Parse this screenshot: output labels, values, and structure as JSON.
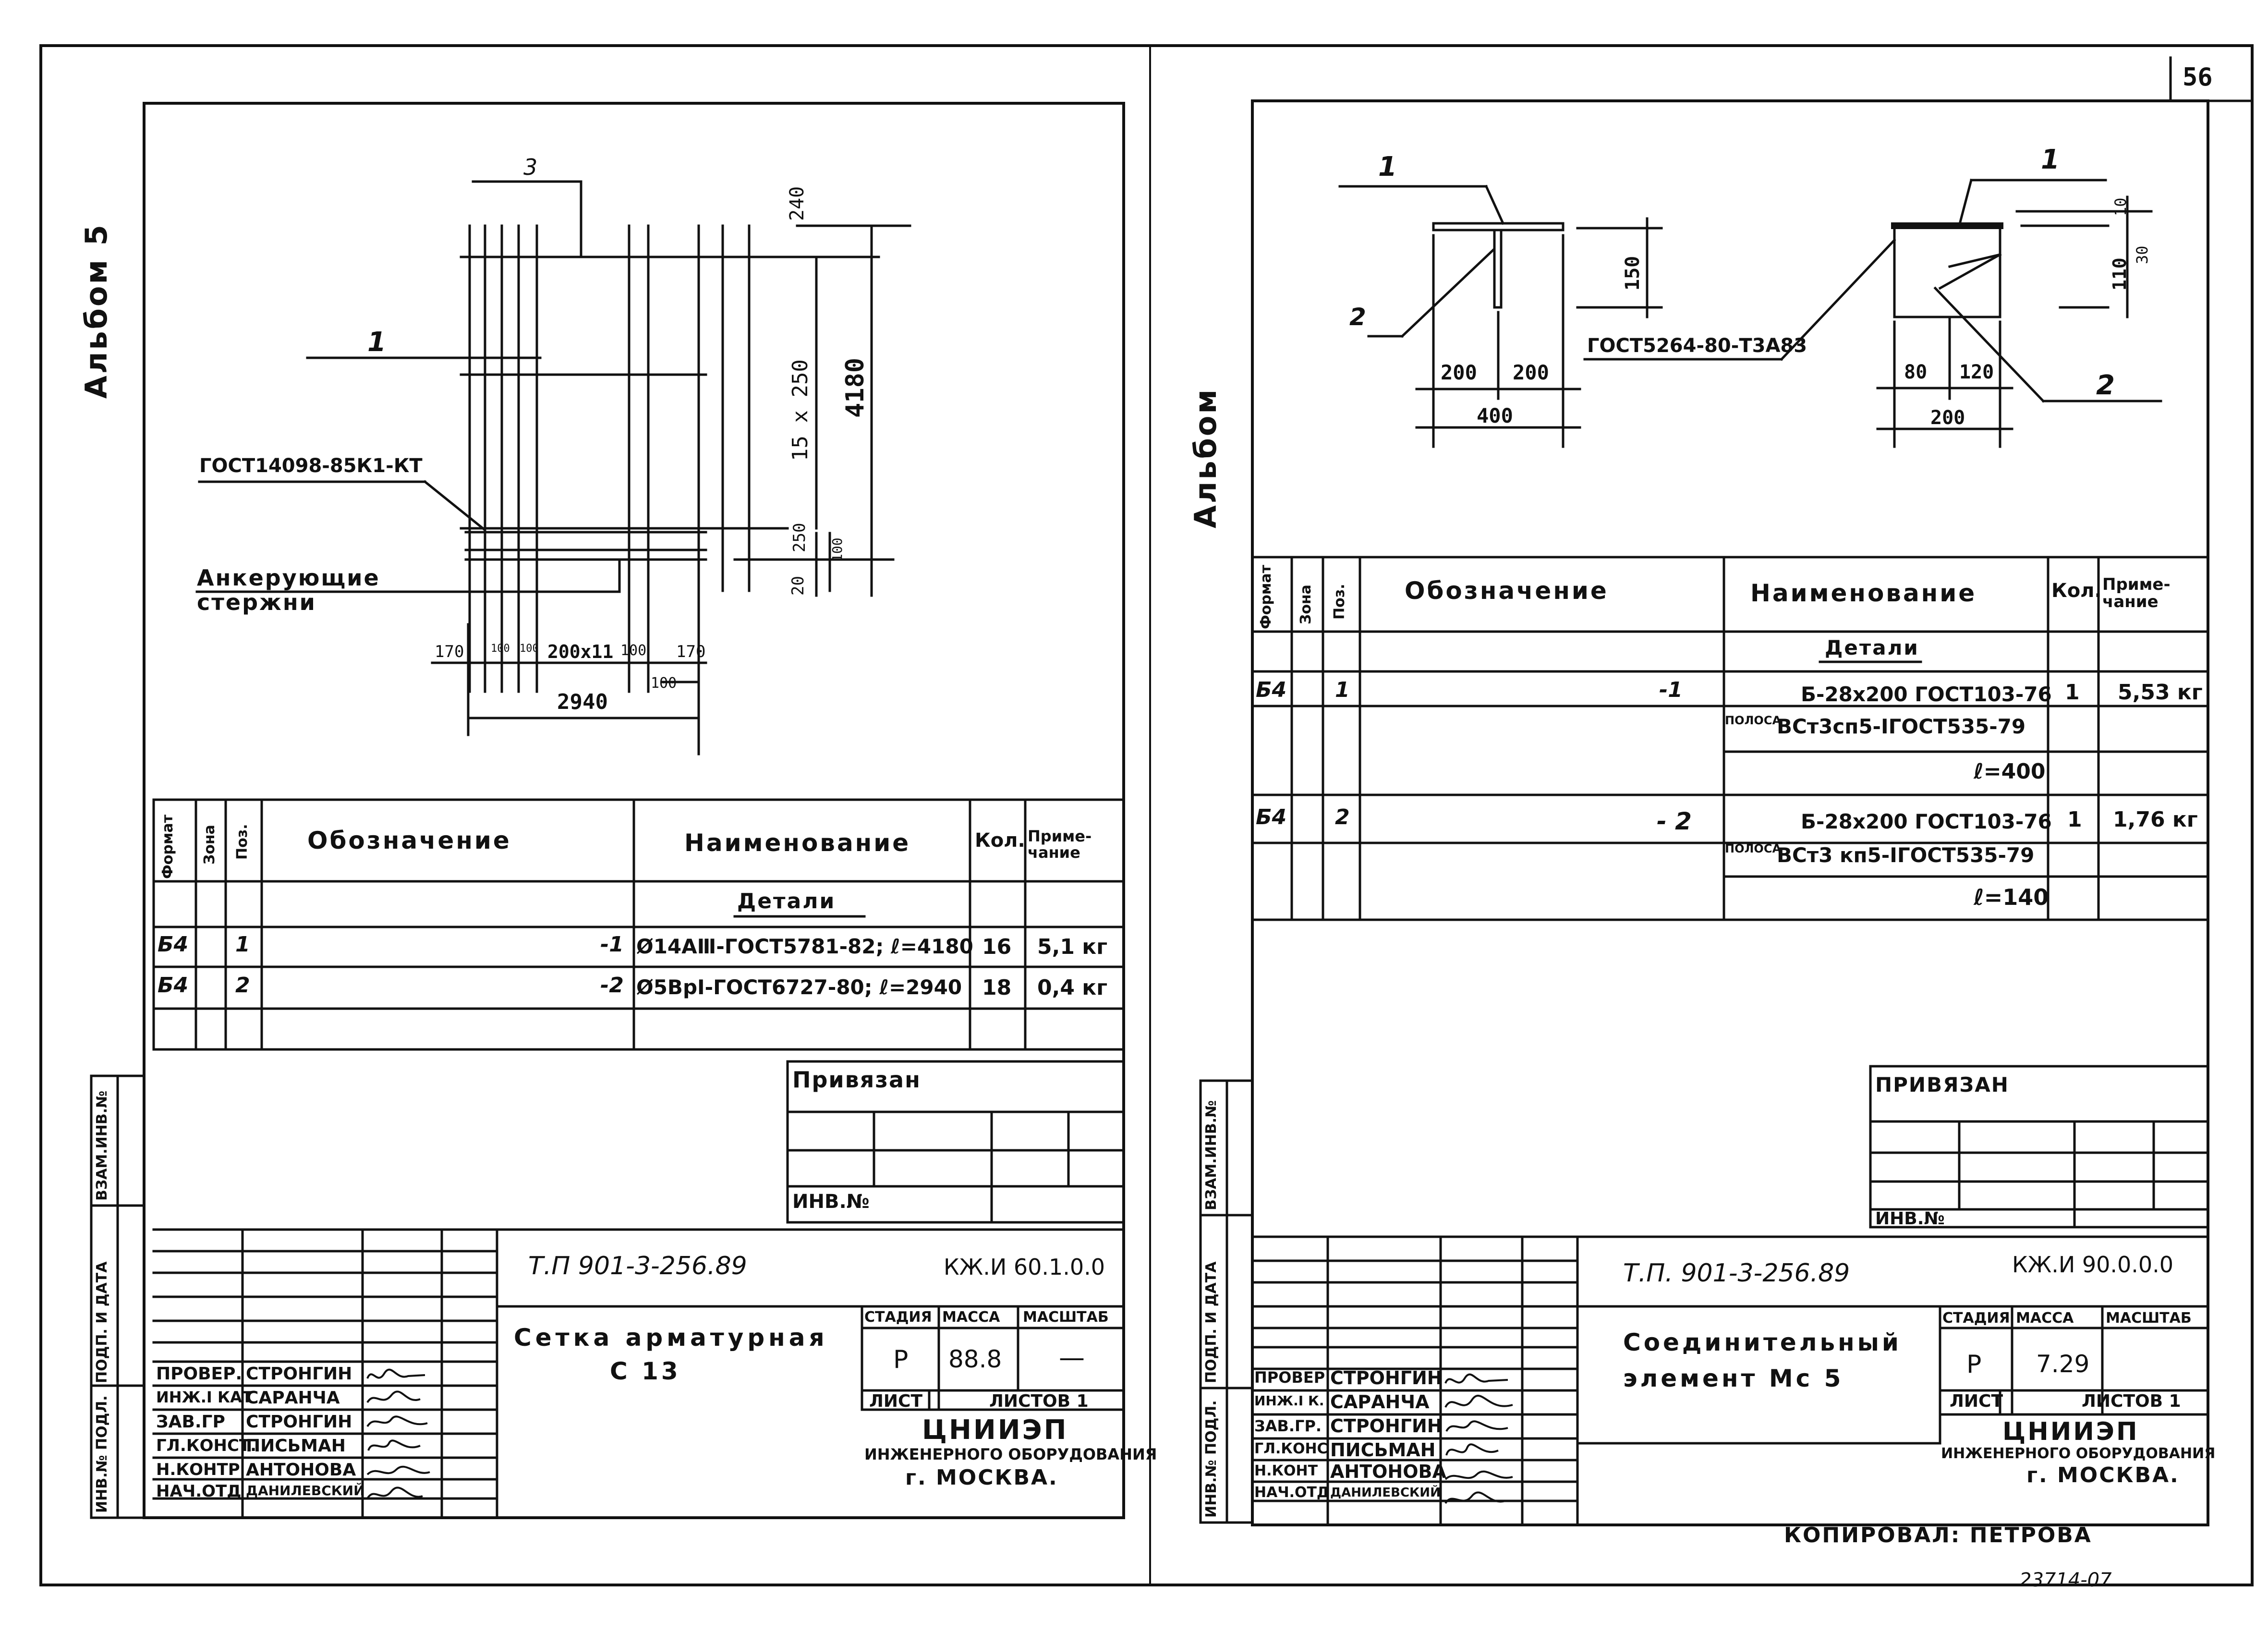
{
  "page_number": "56",
  "copied_by": "КОПИРОВАЛ: ПЕТРОВА",
  "bottom_stamp": "23714-07",
  "left": {
    "album": "Альбом 5",
    "drawing": {
      "pos3": "3",
      "pos1": "1",
      "dim_240": "240",
      "dim_15x250": "15 x 250",
      "dim_4180": "4180",
      "dim_250": "250",
      "dim_100v": "100",
      "dim_20": "20",
      "gost_label": "ГОСТ14098-85К1-КТ",
      "anchor_label": "Анкерующие стержни",
      "dims_bottom": [
        "170",
        "100",
        "100",
        "200x11",
        "100",
        "170"
      ],
      "dim_100b": "100",
      "dim_2940": "2940"
    },
    "spec": {
      "headers": {
        "format": "Формат",
        "zone": "Зона",
        "pos": "Поз.",
        "designation": "Обозначение",
        "name": "Наименование",
        "qty": "Кол.",
        "note": "Приме-чание"
      },
      "section": "Детали",
      "rows": [
        {
          "format": "Б4",
          "pos": "1",
          "designation": "-1",
          "name": "Ø14АⅢ-ГОСТ5781-82; ℓ=4180",
          "qty": "16",
          "note": "5,1 кг"
        },
        {
          "format": "Б4",
          "pos": "2",
          "designation": "-2",
          "name": "Ø5ВрI-ГОСТ6727-80; ℓ=2940",
          "qty": "18",
          "note": "0,4 кг"
        }
      ]
    },
    "privyazan": "Привязан",
    "inv_no": "ИНВ.№",
    "side": {
      "vzam": "ВЗАМ.ИНВ.№",
      "podp": "ПОДП. И ДАТА",
      "inv": "ИНВ.№ ПОДЛ."
    },
    "title_block": {
      "code": "Т.П 901-3-256.89",
      "doc_code": "КЖ.И 60.1.0.0",
      "title_line1": "Сетка арматурная",
      "title_line2": "С 13",
      "stage_hdr": "СТАДИЯ",
      "mass_hdr": "МАССА",
      "scale_hdr": "МАСШТАБ",
      "stage": "Р",
      "mass": "88.8",
      "scale": "—",
      "sheet_hdr": "ЛИСТ",
      "sheets_hdr": "ЛИСТОВ 1",
      "org1": "ЦНИИЭП",
      "org2": "ИНЖЕНЕРНОГО ОБОРУДОВАНИЯ",
      "org3": "г. МОСКВА.",
      "people": [
        {
          "role": "ПРОВЕР.",
          "name": "СТРОНГИН"
        },
        {
          "role": "ИНЖ.I КАТ",
          "name": "САРАНЧА"
        },
        {
          "role": "ЗАВ.ГР",
          "name": "СТРОНГИН"
        },
        {
          "role": "ГЛ.КОНСТ.",
          "name": "ПИСЬМАН"
        },
        {
          "role": "Н.КОНТР",
          "name": "АНТОНОВА"
        },
        {
          "role": "НАЧ.ОТД",
          "name": "ДАНИЛЕВСКИЙ"
        }
      ]
    }
  },
  "right": {
    "album": "Альбом",
    "drawing": {
      "pos1a": "1",
      "pos2a": "2",
      "dim_150": "150",
      "dim_200a": "200",
      "dim_200b": "200",
      "dim_400": "400",
      "gost_label": "ГОСТ5264-80-Т3А83",
      "pos1b": "1",
      "pos2b": "2",
      "dim_10": "10",
      "dim_30": "30",
      "dim_110": "110",
      "dim_80": "80",
      "dim_120": "120",
      "dim_200c": "200"
    },
    "spec": {
      "headers": {
        "format": "Формат",
        "zone": "Зона",
        "pos": "Поз.",
        "designation": "Обозначение",
        "name": "Наименование",
        "qty": "Кол.",
        "note": "Приме-чание"
      },
      "section": "Детали",
      "rows": [
        {
          "format": "Б4",
          "pos": "1",
          "designation": "-1",
          "name_top": "Б-28x200 ГОСТ103-76",
          "name_prefix": "ПОЛОСА",
          "name_bottom": "ВСт3сп5-IГОСТ535-79",
          "length": "ℓ=400",
          "qty": "1",
          "note": "5,53 кг"
        },
        {
          "format": "Б4",
          "pos": "2",
          "designation": "- 2",
          "name_top": "Б-28x200 ГОСТ103-76",
          "name_prefix": "ПОЛОСА",
          "name_bottom": "ВСт3 кп5-IГОСТ535-79",
          "length": "ℓ=140",
          "qty": "1",
          "note": "1,76 кг"
        }
      ]
    },
    "privyazan": "ПРИВЯЗАН",
    "inv_no": "ИНВ.№",
    "side": {
      "vzam": "ВЗАМ.ИНВ.№",
      "podp": "ПОДП. И ДАТА",
      "inv": "ИНВ.№ ПОДЛ."
    },
    "title_block": {
      "code": "Т.П. 901-3-256.89",
      "doc_code": "КЖ.И 90.0.0.0",
      "title_line1": "Соединительный",
      "title_line2": "элемент Мс 5",
      "stage_hdr": "СТАДИЯ",
      "mass_hdr": "МАССА",
      "scale_hdr": "МАСШТАБ",
      "stage": "Р",
      "mass": "7.29",
      "scale": "",
      "sheet_hdr": "ЛИСТ",
      "sheets_hdr": "ЛИСТОВ 1",
      "org1": "ЦНИИЭП",
      "org2": "ИНЖЕНЕРНОГО ОБОРУДОВАНИЯ",
      "org3": "г. МОСКВА.",
      "people": [
        {
          "role": "ПРОВЕР",
          "name": "СТРОНГИН"
        },
        {
          "role": "ИНЖ.I К.",
          "name": "САРАНЧА"
        },
        {
          "role": "ЗАВ.ГР.",
          "name": "СТРОНГИН"
        },
        {
          "role": "ГЛ.КОНС",
          "name": "ПИСЬМАН"
        },
        {
          "role": "Н.КОНТ",
          "name": "АНТОНОВА"
        },
        {
          "role": "НАЧ.ОТД",
          "name": "ДАНИЛЕВСКИЙ"
        }
      ]
    }
  }
}
